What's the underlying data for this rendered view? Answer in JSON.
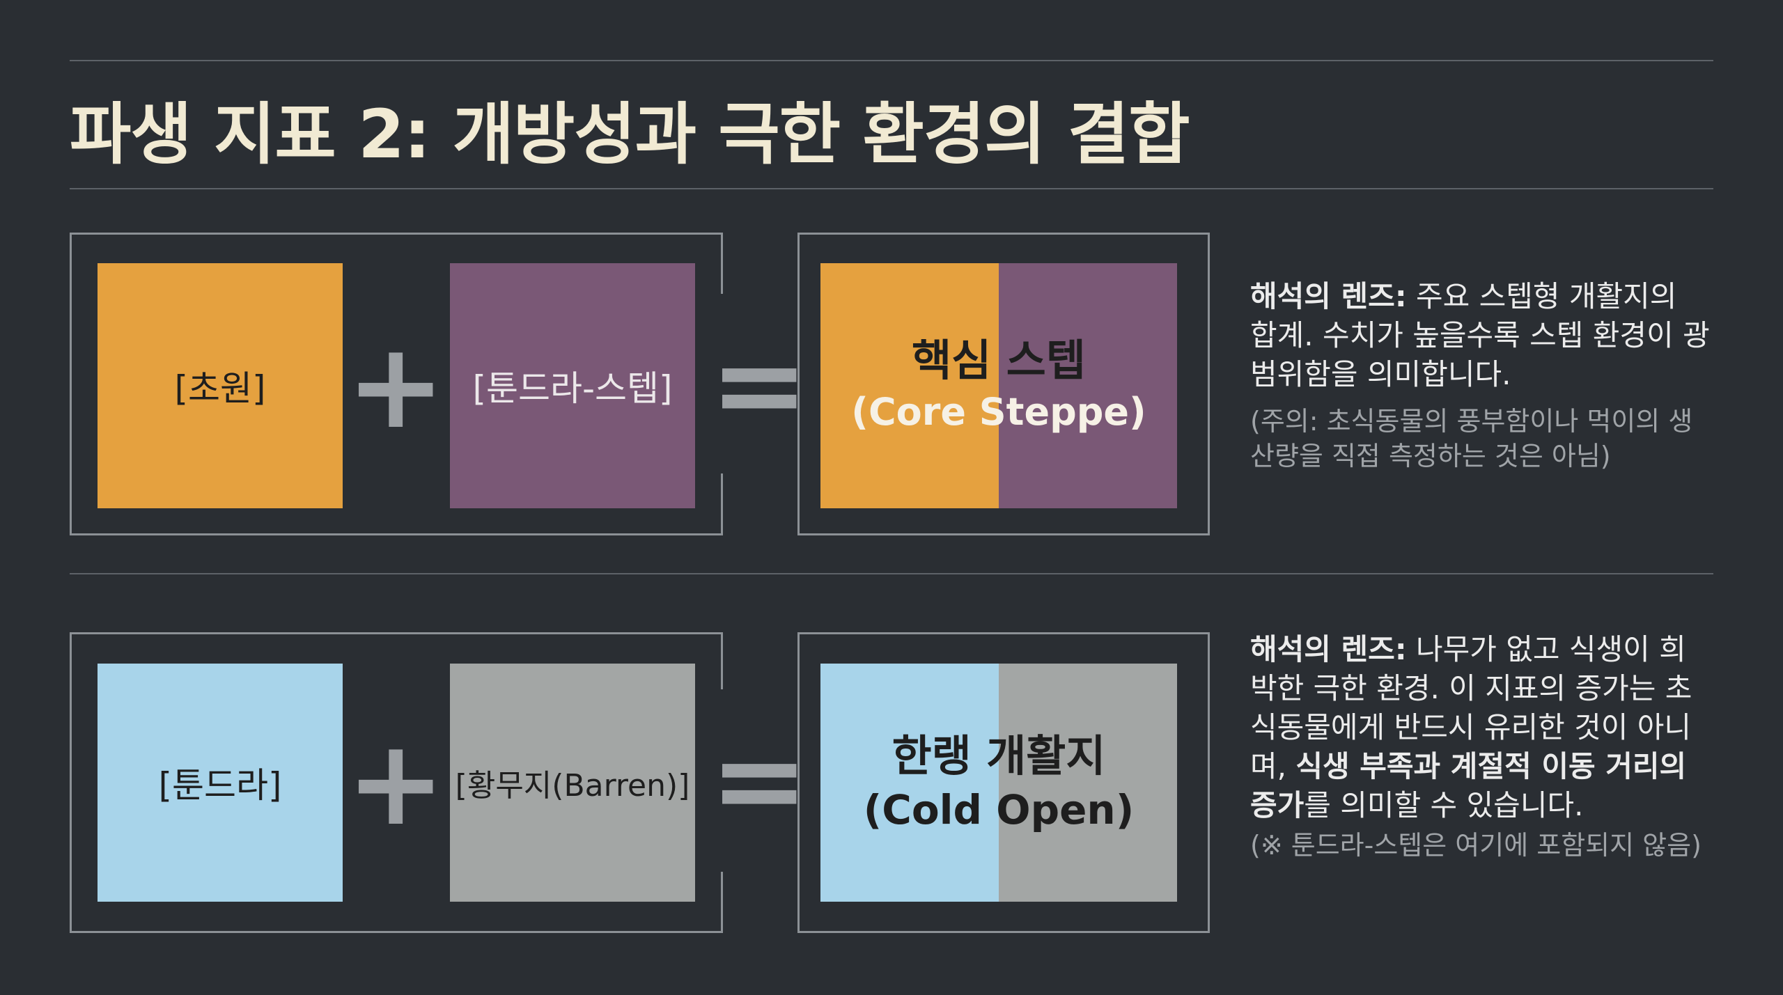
{
  "title": "파생 지표 2: 개방성과 극한 환경의 결합",
  "row1": {
    "box_a": {
      "label": "[초원]",
      "color": "#e5a13f"
    },
    "operator_plus": "+",
    "box_b": {
      "label": "[툰드라-스텝]",
      "color": "#7a5876"
    },
    "operator_equals": "=",
    "result": {
      "line1": "핵심 스텝",
      "line2": "(Core Steppe)"
    },
    "note": {
      "lens_label": "해석의 렌즈:",
      "text": "주요 스텝형 개활지의 합계. 수치가 높을수록 스텝 환경이 광범위함을 의미합니다.",
      "caveat": "(주의: 초식동물의 풍부함이나 먹이의 생산량을 직접 측정하는 것은 아님)"
    }
  },
  "row2": {
    "box_a": {
      "label": "[툰드라]",
      "color": "#a8d4ea"
    },
    "operator_plus": "+",
    "box_b": {
      "label": "[황무지(Barren)]",
      "color": "#a3a6a5"
    },
    "operator_equals": "=",
    "result": {
      "line1": "한랭 개활지",
      "line2": "(Cold Open)"
    },
    "note": {
      "lens_label": "해석의 렌즈:",
      "text_plain": "나무가 없고 식생이 희박한 극한 환경. 이 지표의 증가는 초식동물에게 반드시 유리한 것이 아니며,",
      "text_bold": "식생 부족과 계절적 이동 거리의 증가",
      "text_tail": "를 의미할 수 있습니다.",
      "caveat": "(※ 툰드라-스텝은 여기에 포함되지 않음)"
    }
  }
}
